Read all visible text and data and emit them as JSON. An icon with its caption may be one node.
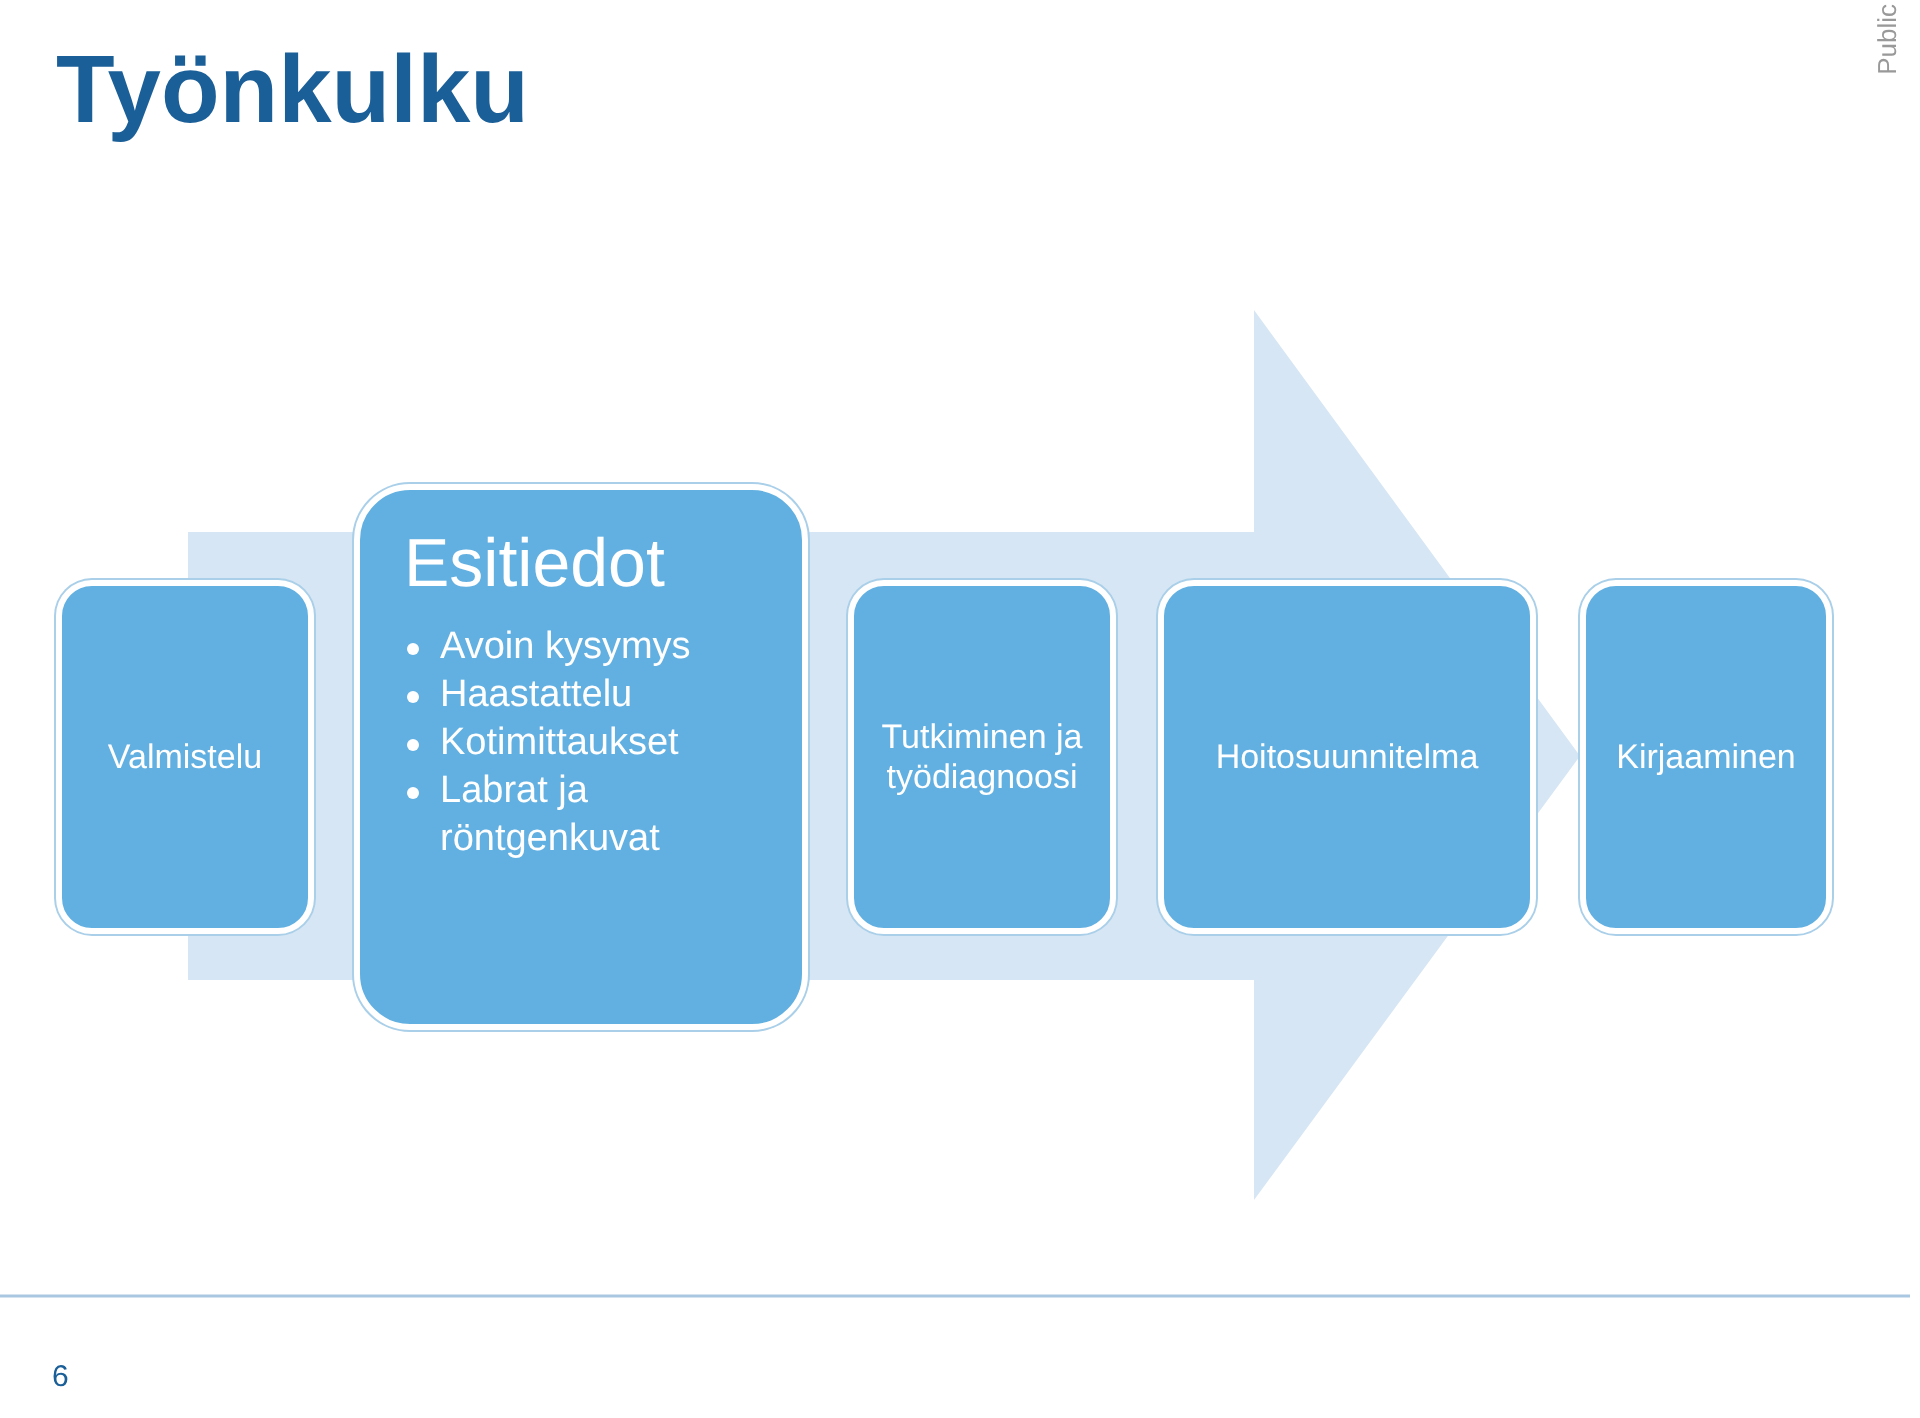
{
  "diagram": {
    "title": "Työnkulku",
    "nodes": [
      {
        "text": [
          "Valmistelu"
        ]
      },
      {
        "text": [
          "Esitiedot",
          "Avoin kysymys",
          "Haastattelu",
          "Kotimittaukset",
          "Labrat ja röntgenkuvat"
        ]
      },
      {
        "text": [
          "Tutkiminen ja työdiagnoosi"
        ]
      },
      {
        "text": [
          "Hoitosuunnitelma"
        ]
      },
      {
        "text": [
          "Kirjaaminen"
        ]
      }
    ],
    "edges": [
      {
        "from": 0,
        "to": 4,
        "arrow": "to"
      }
    ],
    "labels": [
      "Public",
      "6"
    ]
  }
}
